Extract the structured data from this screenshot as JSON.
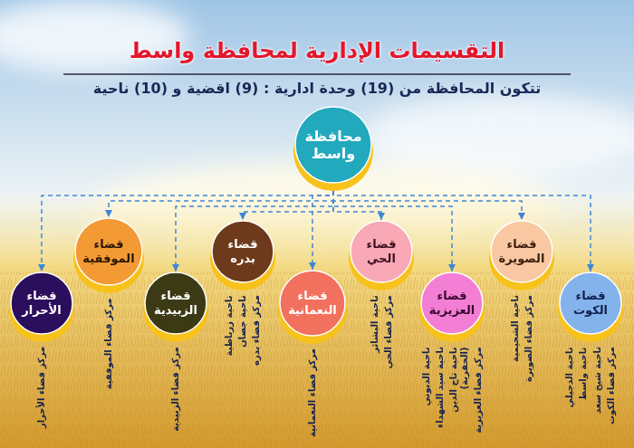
{
  "diagram": {
    "title": "التقسيمات الإدارية لمحافظة واسط",
    "nodes": [
      {
        "text": [
          "محافظة واسط"
        ]
      },
      {
        "text": [
          "قضاء الكوت"
        ]
      },
      {
        "text": [
          "قضاء الصويرة"
        ]
      },
      {
        "text": [
          "قضاء العزيزية"
        ]
      },
      {
        "text": [
          "قضاء الحي"
        ]
      },
      {
        "text": [
          "قضاء النعمانية"
        ]
      },
      {
        "text": [
          "قضاء بدره"
        ]
      },
      {
        "text": [
          "قضاء الزبيدية"
        ]
      },
      {
        "text": [
          "قضاء الموفقية"
        ]
      },
      {
        "text": [
          "قضاء الأحرار"
        ]
      }
    ],
    "edges": [
      {
        "from": 0,
        "to": 1,
        "arrow": "to"
      },
      {
        "from": 0,
        "to": 2,
        "arrow": "to"
      },
      {
        "from": 0,
        "to": 3,
        "arrow": "to"
      },
      {
        "from": 0,
        "to": 4,
        "arrow": "to"
      },
      {
        "from": 0,
        "to": 5,
        "arrow": "to"
      },
      {
        "from": 0,
        "to": 6,
        "arrow": "to"
      },
      {
        "from": 0,
        "to": 7,
        "arrow": "to"
      },
      {
        "from": 0,
        "to": 8,
        "arrow": "to"
      },
      {
        "from": 0,
        "to": 9,
        "arrow": "to"
      }
    ],
    "labels": [
      "تتكون المحافظة من (19) وحدة ادارية : (9) اقضية و (10) ناحية",
      "مركز قضاء الكوت",
      "ناحية شيخ سعد",
      "ناحية واسط",
      "ناحية الدجيلي",
      "مركز قضاء الصويرة",
      "ناحية الشحيمية",
      "مركز قضاء العزيزية",
      "ناحية تاج الدين (الحفرية)",
      "ناحية سيد الشهداء",
      "ناحية الدبوني",
      "مركز قضاء الحي",
      "ناحية البشائر",
      "مركز قضاء النعمانية",
      "مركز قضاء بدره",
      "ناحية جصان",
      "ناحية زرباطية",
      "مركز قضاء الزبيدية",
      "مركز قضاء الموفقية",
      "مركز قضاء الأحرار"
    ]
  }
}
